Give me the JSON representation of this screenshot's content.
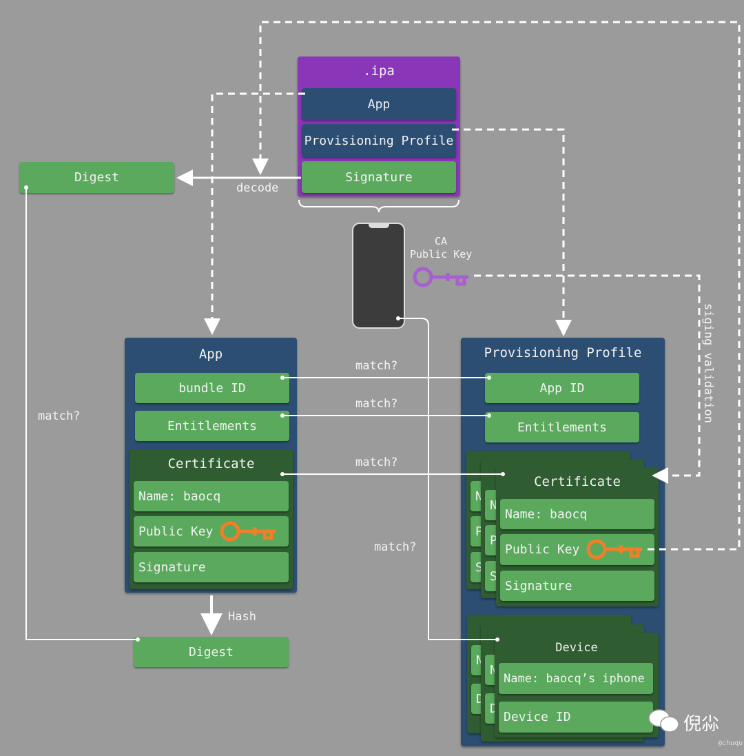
{
  "ipa": {
    "title": ".ipa",
    "app": "App",
    "profile": "Provisioning Profile",
    "signature": "Signature"
  },
  "digest_top": "Digest",
  "decode": "decode",
  "ca": {
    "line1": "CA",
    "line2": "Public Key"
  },
  "siging_validation": "siging validation",
  "app": {
    "title": "App",
    "bundle_id": "bundle ID",
    "entitlements": "Entitlements",
    "certificate": {
      "title": "Certificate",
      "name": "Name: baocq",
      "public_key": "Public Key",
      "signature": "Signature"
    }
  },
  "hash": "Hash",
  "digest_bottom": "Digest",
  "match_labels": [
    "match?",
    "match?",
    "match?",
    "match?",
    "match?"
  ],
  "profile": {
    "title": "Provisioning Profile",
    "app_id": "App ID",
    "entitlements": "Entitlements",
    "certificate": {
      "title": "Certificate",
      "name": "Name: baocq",
      "public_key": "Public Key",
      "signature": "Signature",
      "stack_letters": [
        "N",
        "P",
        "S"
      ]
    },
    "device": {
      "title": "Device",
      "name": "Name: baocq’s iphone",
      "device_id": "Device ID",
      "stack_letters": [
        "N",
        "D"
      ]
    }
  },
  "watermark": {
    "name": "倪尛",
    "handle": "@chuqu"
  },
  "colors": {
    "green": "#5aa95d",
    "dark_green": "#2f5c31",
    "navy": "#2c4e72",
    "purple": "#8a36b8",
    "key_orange": "#f07f2a",
    "key_purple": "#a85fd0",
    "background": "#9b9b9b"
  }
}
